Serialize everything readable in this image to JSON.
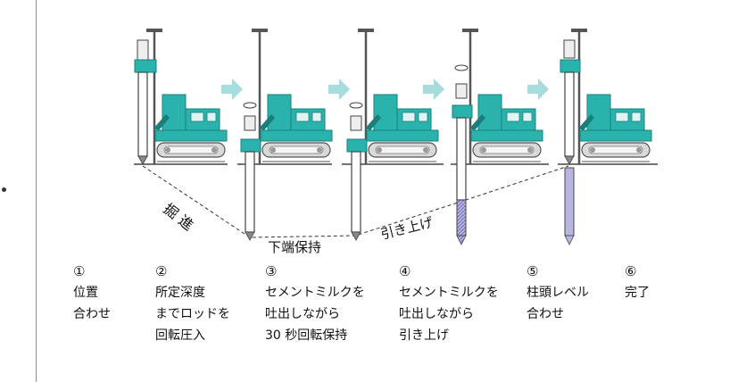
{
  "labels": {
    "excavation": "掘 進",
    "bottom_hold": "下端保持",
    "pull_up": "引き上げ"
  },
  "steps": [
    {
      "num": "①",
      "lines": [
        "位置",
        "合わせ"
      ]
    },
    {
      "num": "②",
      "lines": [
        "所定深度",
        "までロッドを",
        "回転圧入"
      ]
    },
    {
      "num": "③",
      "lines": [
        "セメントミルクを",
        "吐出しながら",
        "30 秒回転保持"
      ]
    },
    {
      "num": "④",
      "lines": [
        "セメントミルクを",
        "吐出しながら",
        "引き上げ"
      ]
    },
    {
      "num": "⑤",
      "lines": [
        "柱頭レベル",
        "合わせ"
      ]
    },
    {
      "num": "⑥",
      "lines": [
        "完了"
      ]
    }
  ],
  "colors": {
    "machine": "#2ab3ad",
    "machine_dark": "#1a7f7a",
    "arrow": "#a6dcdc",
    "column": "#b7b6e3",
    "rod": "#ffffff",
    "ground": "#444444"
  }
}
